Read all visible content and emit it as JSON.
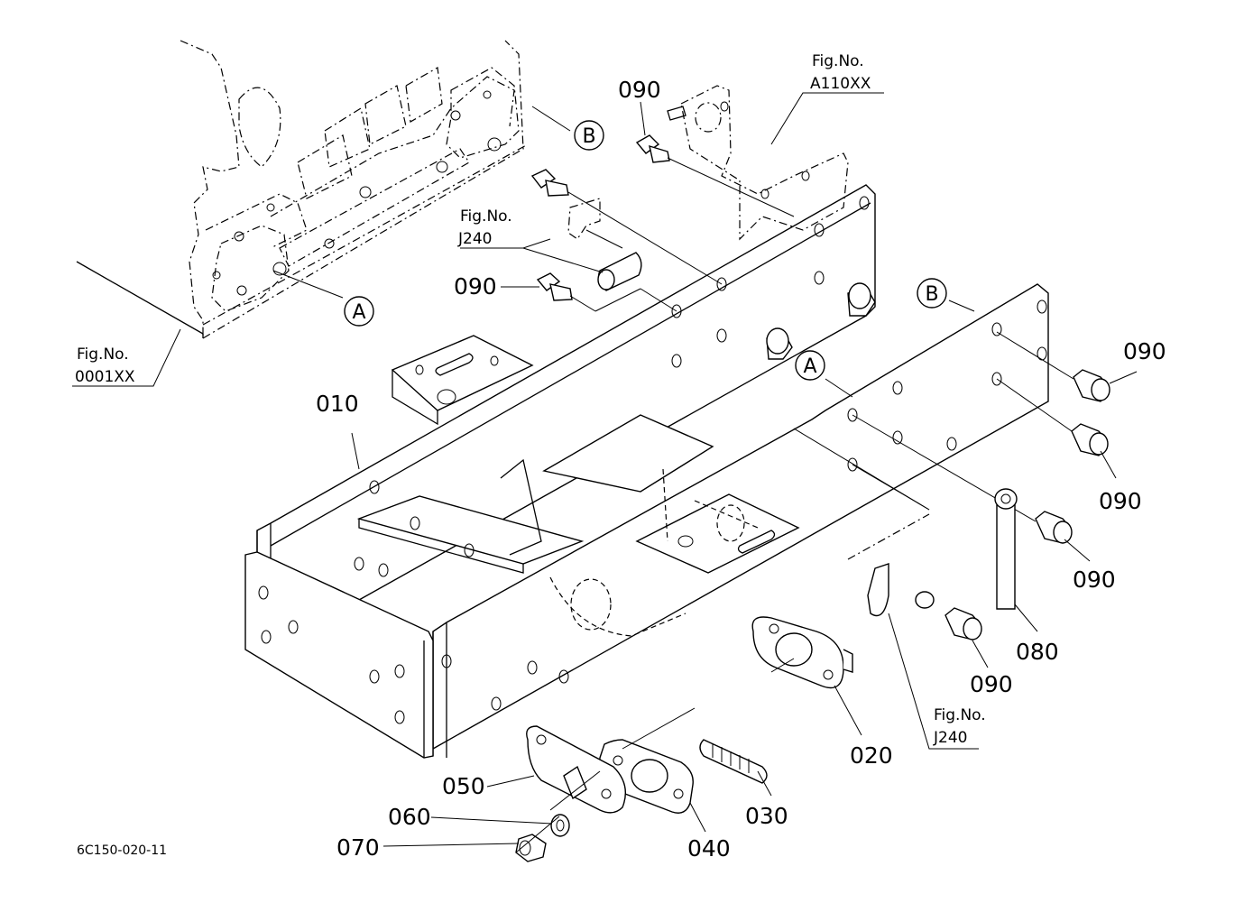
{
  "diagram": {
    "drawing_code": "6C150-020-11",
    "parts": [
      {
        "id": "010"
      },
      {
        "id": "020"
      },
      {
        "id": "030"
      },
      {
        "id": "040"
      },
      {
        "id": "050"
      },
      {
        "id": "060"
      },
      {
        "id": "070"
      },
      {
        "id": "080"
      },
      {
        "id": "090"
      }
    ],
    "part_labels": {
      "p010": "010",
      "p020": "020",
      "p030": "030",
      "p040": "040",
      "p050": "050",
      "p060": "060",
      "p070": "070",
      "p080": "080",
      "p090_top": "090",
      "p090_mid": "090",
      "p090_right1": "090",
      "p090_right2": "090",
      "p090_right3": "090",
      "p090_bottom": "090"
    },
    "figure_refs": {
      "a110": {
        "title": "Fig.No.",
        "code": "A110XX"
      },
      "j240_top": {
        "title": "Fig.No.",
        "code": "J240"
      },
      "j240_bottom": {
        "title": "Fig.No.",
        "code": "J240"
      },
      "f0001": {
        "title": "Fig.No.",
        "code": "0001XX"
      }
    },
    "callouts": {
      "a_engine": "A",
      "a_frame": "A",
      "b_top": "B",
      "b_frame": "B"
    }
  }
}
